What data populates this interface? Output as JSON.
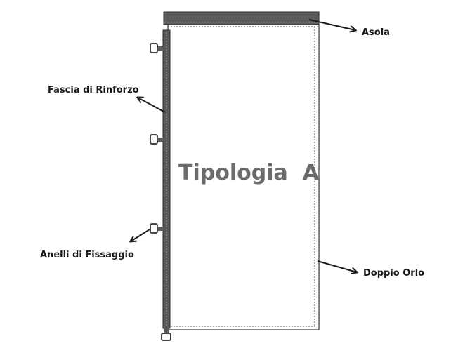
{
  "title": "Tipologia  A",
  "labels": {
    "asola": "Asola",
    "fascia": "Fascia di Rinforzo",
    "anelli": "Anelli di Fissaggio",
    "doppio_orlo": "Doppio Orlo"
  },
  "colors": {
    "text": "#1a1a1a",
    "title": "#6b6b6b",
    "band": "#5a5a5a",
    "outline": "#333333"
  }
}
